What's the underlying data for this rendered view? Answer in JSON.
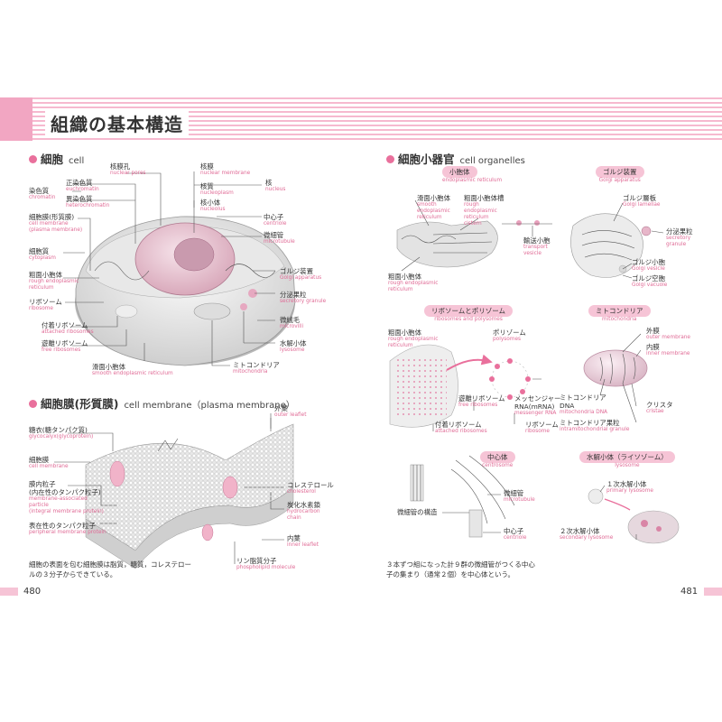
{
  "header": {
    "title": "組織の基本構造"
  },
  "pages": {
    "left": "480",
    "right": "481"
  },
  "sections": {
    "cell": {
      "jp": "細胞",
      "en": "cell"
    },
    "membrane": {
      "jp": "細胞膜(形質膜)",
      "en": "cell membrane（plasma membrane）"
    },
    "organelles": {
      "jp": "細胞小器官",
      "en": "cell organelles"
    }
  },
  "cell_labels": {
    "nuclear_pores": {
      "jp": "核膜孔",
      "en": "nuclear pores"
    },
    "nuclear_membrane": {
      "jp": "核膜",
      "en": "nuclear membrane"
    },
    "nucleus": {
      "jp": "核",
      "en": "nucleus"
    },
    "nucleoplasm": {
      "jp": "核質",
      "en": "nucleoplasm"
    },
    "nucleolus": {
      "jp": "核小体",
      "en": "nucleolus"
    },
    "euchromatin": {
      "jp": "正染色質",
      "en": "euchromatin"
    },
    "chromatin": {
      "jp": "染色質",
      "en": "chromatin"
    },
    "heterochromatin": {
      "jp": "異染色質",
      "en": "heterochromatin"
    },
    "cell_membrane": {
      "jp": "細胞膜(形質膜)",
      "en": "cell membrane",
      "en2": "(plasma membrane)"
    },
    "cytoplasm": {
      "jp": "細胞質",
      "en": "cytoplasm"
    },
    "rough_er": {
      "jp": "粗面小胞体",
      "en": "rough endoplasmic",
      "en2": "reticulum"
    },
    "ribosome": {
      "jp": "リボソーム",
      "en": "ribosome"
    },
    "attached_ribosomes": {
      "jp": "付着リボソーム",
      "en": "attached ribosomes"
    },
    "free_ribosomes": {
      "jp": "遊離リボソーム",
      "en": "free ribosomes"
    },
    "smooth_er": {
      "jp": "滑面小胞体",
      "en": "smooth endoplasmic reticulum"
    },
    "centriole": {
      "jp": "中心子",
      "en": "centriole"
    },
    "microtubule": {
      "jp": "微細管",
      "en": "microtubule"
    },
    "golgi": {
      "jp": "ゴルジ装置",
      "en": "Golgi apparatus"
    },
    "secretory_granule": {
      "jp": "分泌果粒",
      "en": "secretory granule"
    },
    "microvilli": {
      "jp": "微絨毛",
      "en": "microvilli"
    },
    "lysosome": {
      "jp": "水解小体",
      "en": "lysosome"
    },
    "mitochondria": {
      "jp": "ミトコンドリア",
      "en": "mitochondria"
    }
  },
  "membrane_labels": {
    "outer_leaflet": {
      "jp": "外葉",
      "en": "outer leaflet"
    },
    "glycocalyx": {
      "jp": "糖衣(糖タンパク質)",
      "en": "glycocalyx(glycoprotein)"
    },
    "cell_membrane": {
      "jp": "細胞膜",
      "en": "cell membrane"
    },
    "integral_protein": {
      "jp": "膜内粒子",
      "jp2": "(内在性のタンパク粒子)",
      "en": "membrane-associated",
      "en2": "particle",
      "en3": "(integral membrane protein)"
    },
    "peripheral_protein": {
      "jp": "表在性のタンパク粒子",
      "en": "peripheral membrane protein"
    },
    "cholesterol": {
      "jp": "コレステロール",
      "en": "cholesterol"
    },
    "hydrocarbon_chain": {
      "jp": "炭化水素鎖",
      "en": "hydrocarbon",
      "en2": "chain"
    },
    "inner_leaflet": {
      "jp": "内葉",
      "en": "inner leaflet"
    },
    "phospholipid": {
      "jp": "リン脂質分子",
      "en": "phospholipid molecule"
    },
    "note": "細胞の表面を包む細胞膜は脂質，糖質，コレステロールの３分子からできている。"
  },
  "organelle_panels": {
    "er": {
      "jp": "小胞体",
      "en": "endoplasmic reticulum"
    },
    "golgi": {
      "jp": "ゴルジ装置",
      "en": "Golgi apparatus"
    },
    "ribosomes": {
      "jp": "リボソームとポリゾーム",
      "en": "ribosomes and polysomes"
    },
    "mitochondria": {
      "jp": "ミトコンドリア",
      "en": "mitochondria"
    },
    "centrosome": {
      "jp": "中心体",
      "en": "centrosome"
    },
    "lysosome": {
      "jp": "水解小体（ライソゾーム）",
      "en": "lysosome"
    }
  },
  "organelle_labels": {
    "smooth_er": {
      "jp": "滑面小胞体",
      "en": "smooth",
      "en2": "endoplasmic",
      "en3": "reticulum"
    },
    "rough_er_cistern": {
      "jp": "粗面小胞体槽",
      "en": "rough",
      "en2": "endoplasmic",
      "en3": "reticulum",
      "en4": "cistern"
    },
    "rough_er": {
      "jp": "粗面小胞体",
      "en": "rough endoplasmic",
      "en2": "reticulum"
    },
    "transport_vesicle": {
      "jp": "輸送小胞",
      "en": "transport",
      "en2": "vesicle"
    },
    "golgi_lamellae": {
      "jp": "ゴルジ層板",
      "en": "Golgi lamellae"
    },
    "secretory_granule": {
      "jp": "分泌果粒",
      "en": "secretory",
      "en2": "granule"
    },
    "golgi_vesicle": {
      "jp": "ゴルジ小胞",
      "en": "Golgi vesicle"
    },
    "golgi_vacuole": {
      "jp": "ゴルジ空胞",
      "en": "Golgi vacuole"
    },
    "rough_er2": {
      "jp": "粗面小胞体",
      "en": "rough endoplasmic",
      "en2": "reticulum"
    },
    "polysomes": {
      "jp": "ポリゾーム",
      "en": "polysomes"
    },
    "free_ribosomes": {
      "jp": "遊離リボソーム",
      "en": "free ribosomes"
    },
    "messenger_rna": {
      "jp": "メッセンジャー",
      "jp2": "RNA(mRNA)",
      "en": "messenger RNA"
    },
    "attached_ribosomes": {
      "jp": "付着リボソーム",
      "en": "attached ribosomes"
    },
    "ribosome": {
      "jp": "リボソーム",
      "en": "ribosome"
    },
    "outer_membrane": {
      "jp": "外膜",
      "en": "outer membrane"
    },
    "inner_membrane": {
      "jp": "内膜",
      "en": "inner membrane"
    },
    "mito_dna": {
      "jp": "ミトコンドリア",
      "jp2": "DNA",
      "en": "mitochondria DNA"
    },
    "cristae": {
      "jp": "クリスタ",
      "en": "cristae"
    },
    "intramito_granule": {
      "jp": "ミトコンドリア果粒",
      "en": "intramitochondrial granule"
    },
    "microtubule": {
      "jp": "微細管",
      "en": "microtubule"
    },
    "microtubule_structure": {
      "jp": "微細管の構造"
    },
    "centriole": {
      "jp": "中心子",
      "en": "centriole"
    },
    "primary_lysosome": {
      "jp": "１次水解小体",
      "en": "primary lysosome"
    },
    "secondary_lysosome": {
      "jp": "２次水解小体",
      "en": "secondary lysosome"
    },
    "note": "３本ずつ組になった計９群の微細管がつくる中心子の集まり（通常２個）を中心体という。"
  },
  "colors": {
    "accent": "#e9709c",
    "pink_light": "#f6c4d6",
    "label_en": "#e06b96"
  }
}
